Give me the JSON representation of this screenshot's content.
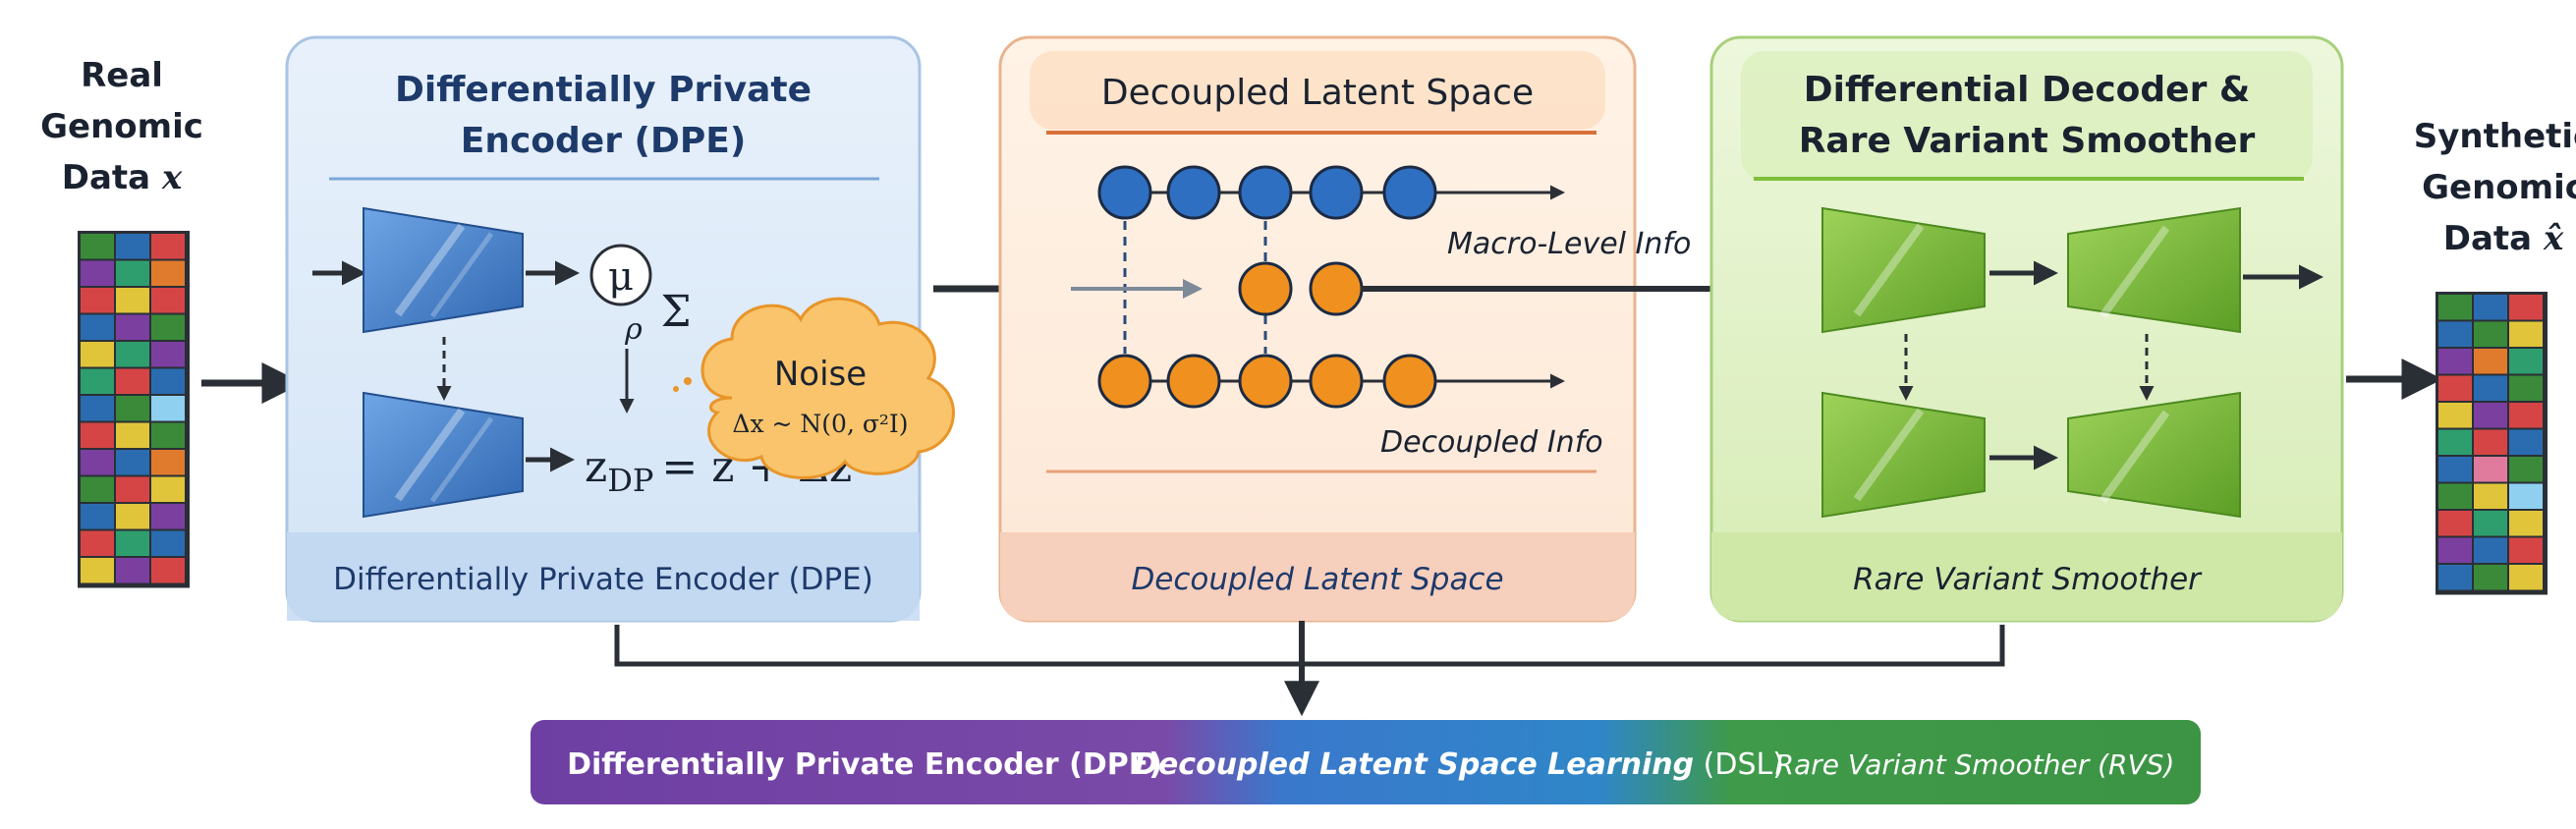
{
  "input": {
    "line1": "Real",
    "line2": "Genomic",
    "line3": "Data",
    "symbol": "x",
    "grid_colors": [
      [
        "#3a8a3a",
        "#2b6cb0",
        "#d64545"
      ],
      [
        "#7b3fa0",
        "#2f9e6e",
        "#e07b2e"
      ],
      [
        "#d64545",
        "#e0c53a",
        "#d64545"
      ],
      [
        "#2b6cb0",
        "#7b3fa0",
        "#3a8a3a"
      ],
      [
        "#e0c53a",
        "#2f9e6e",
        "#7b3fa0"
      ],
      [
        "#2f9e6e",
        "#d64545",
        "#2b6cb0"
      ],
      [
        "#2b6cb0",
        "#3a8a3a",
        "#8fd0f0"
      ],
      [
        "#d64545",
        "#e0c53a",
        "#3a8a3a"
      ],
      [
        "#7b3fa0",
        "#2b6cb0",
        "#e07b2e"
      ],
      [
        "#3a8a3a",
        "#d64545",
        "#e0c53a"
      ],
      [
        "#2b6cb0",
        "#e0c53a",
        "#7b3fa0"
      ],
      [
        "#d64545",
        "#2f9e6e",
        "#2b6cb0"
      ],
      [
        "#e0c53a",
        "#7b3fa0",
        "#d64545"
      ]
    ]
  },
  "dpe": {
    "title_line1": "Differentially Private",
    "title_line2": "Encoder (DPE)",
    "mu": "μ",
    "rho": "ρ",
    "sigma": "Σ",
    "noise_label": "Noise",
    "noise_formula": "Δx ~ N(0, σ²I)",
    "equation": "z",
    "equation_sub": "DP",
    "equation_rest": "= z + Δz",
    "footer": "Differentially Private Encoder (DPE)"
  },
  "dls": {
    "title": "Decoupled Latent Space",
    "macro_label": "Macro-Level Info",
    "decoupled_label": "Decoupled Info",
    "footer": "Decoupled Latent Space"
  },
  "ddr": {
    "title_line1": "Differential Decoder &",
    "title_line2": "Rare Variant Smoother",
    "footer": "Rare Variant Smoother"
  },
  "output": {
    "line1": "Synthetic",
    "line2": "Genomic",
    "line3": "Data",
    "symbol": "x̂",
    "grid_colors": [
      [
        "#3a8a3a",
        "#2b6cb0",
        "#d64545"
      ],
      [
        "#2b6cb0",
        "#3a8a3a",
        "#e0c53a"
      ],
      [
        "#7b3fa0",
        "#e07b2e",
        "#2f9e6e"
      ],
      [
        "#d64545",
        "#2b6cb0",
        "#3a8a3a"
      ],
      [
        "#e0c53a",
        "#7b3fa0",
        "#d64545"
      ],
      [
        "#2f9e6e",
        "#d64545",
        "#2b6cb0"
      ],
      [
        "#2b6cb0",
        "#e07b9e",
        "#3a8a3a"
      ],
      [
        "#3a8a3a",
        "#e0c53a",
        "#8fd0f0"
      ],
      [
        "#d64545",
        "#2f9e6e",
        "#e0c53a"
      ],
      [
        "#7b3fa0",
        "#2b6cb0",
        "#d64545"
      ],
      [
        "#2b6cb0",
        "#3a8a3a",
        "#e0c53a"
      ]
    ]
  },
  "legend_bar": {
    "seg1": "Differentially Private Encoder  (DPE)",
    "seg2_italic": "Decoupled Latent Space Learning",
    "seg2_abbr": " (DSL)",
    "seg3": "Rare Variant Smoother (RVS)"
  },
  "colors": {
    "dpe_bg": "#dce9f8",
    "dls_bg": "#fde6d2",
    "ddr_bg": "#dff0c4",
    "blue_node": "#2f6fc2",
    "orange_node": "#f0901e",
    "green_trap": "#7fbf3a",
    "blue_trap": "#4a86cf",
    "bar_purple": "#6e3fa3",
    "bar_blue": "#2f7fd0",
    "bar_green": "#3f9a4a"
  }
}
